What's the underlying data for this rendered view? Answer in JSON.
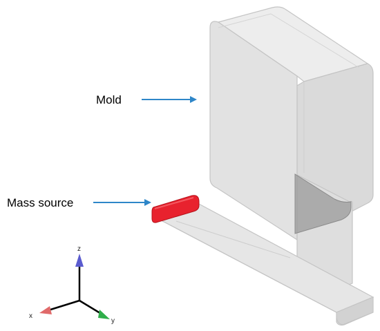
{
  "labels": {
    "mold": "Mold",
    "mass_source": "Mass source"
  },
  "axes": {
    "x": "x",
    "y": "y",
    "z": "z"
  },
  "colors": {
    "arrow": "#2e86c8",
    "mass_source": "#e8222e",
    "solid_fill": "#e4e4e4",
    "solid_edge": "#bdbdbd",
    "cross_section": "#9a9a9a",
    "axis_x": "#e06a6a",
    "axis_y": "#2fae4a",
    "axis_z": "#5b5ccf"
  }
}
